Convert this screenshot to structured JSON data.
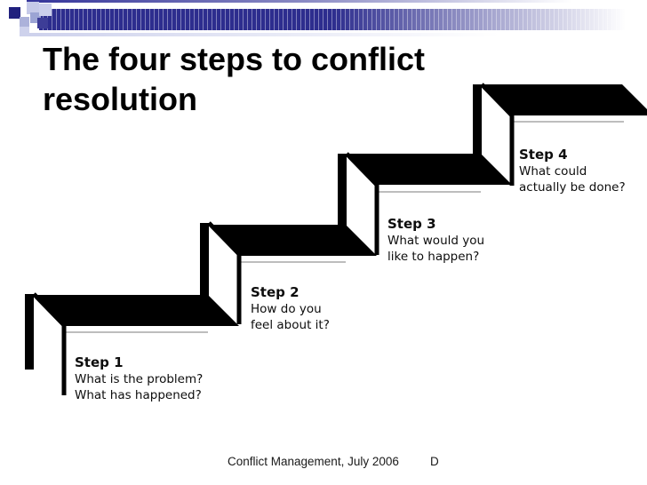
{
  "slide": {
    "title_line1": "The four steps to conflict",
    "title_line2": "resolution",
    "footer_text": "Conflict Management, July 2006",
    "footer_partial_text": "D"
  },
  "diagram": {
    "type": "staircase-up-right",
    "steps": [
      {
        "label": "Step 1",
        "line1": "What is the problem?",
        "line2": "What has happened?"
      },
      {
        "label": "Step 2",
        "line1": "How do you",
        "line2": "feel about it?"
      },
      {
        "label": "Step 3",
        "line1": "What would you",
        "line2": "like to happen?"
      },
      {
        "label": "Step 4",
        "line1": "What could",
        "line2": "actually be done?"
      }
    ]
  },
  "theme": {
    "accent_navy": "#2D2D8E",
    "stripe_light": "#8080BC",
    "deco_dark_square": "#20207E",
    "ink": "#000000",
    "shadow_gray": "#BBBBBB",
    "background": "#FFFFFF"
  }
}
